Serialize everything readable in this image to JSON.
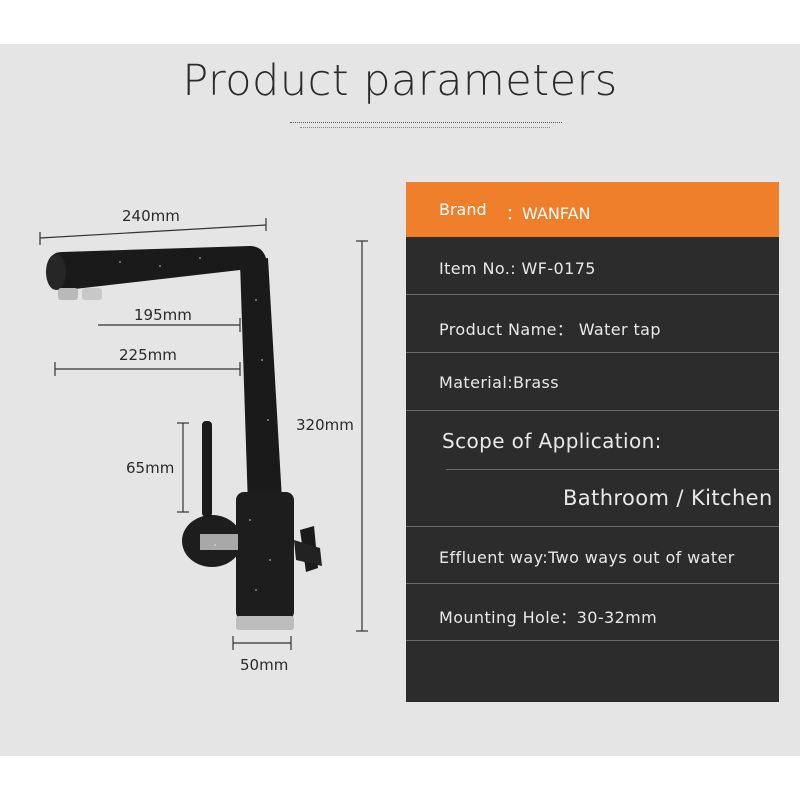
{
  "header": {
    "title": "Product parameters"
  },
  "dimensions": {
    "width_total": "240mm",
    "spout_reach": "195mm",
    "spout_span": "225mm",
    "height": "320mm",
    "handle": "65mm",
    "base": "50mm"
  },
  "spec": {
    "brand_label": "Brand",
    "brand_value": "：WANFAN",
    "item_no": "Item No.: WF-0175",
    "product_name": "Product Name： Water tap",
    "material": "Material:Brass",
    "scope_label": "Scope of Application:",
    "scope_value": "Bathroom / Kitchen",
    "effluent": "Effluent way:Two ways out of water",
    "mounting": "Mounting Hole：30-32mm"
  },
  "colors": {
    "accent": "#f07f2c",
    "panel": "#2c2c2c",
    "background": "#e5e5e5"
  }
}
